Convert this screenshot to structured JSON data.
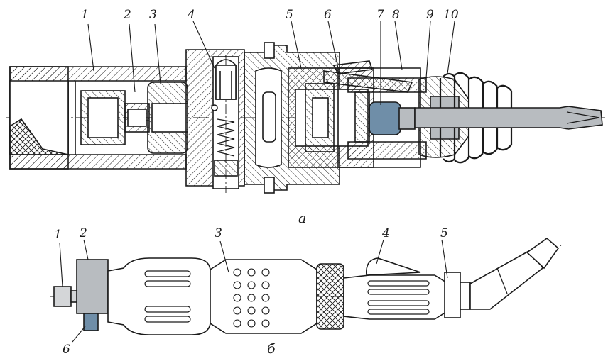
{
  "figure_a": {
    "caption": "а",
    "callouts": [
      {
        "id": "1",
        "text": "1"
      },
      {
        "id": "2",
        "text": "2"
      },
      {
        "id": "3",
        "text": "3"
      },
      {
        "id": "4",
        "text": "4"
      },
      {
        "id": "5",
        "text": "5"
      },
      {
        "id": "6",
        "text": "6"
      },
      {
        "id": "7",
        "text": "7"
      },
      {
        "id": "8",
        "text": "8"
      },
      {
        "id": "9",
        "text": "9"
      },
      {
        "id": "10",
        "text": "10"
      }
    ]
  },
  "figure_b": {
    "caption": "б",
    "callouts": [
      {
        "id": "1",
        "text": "1"
      },
      {
        "id": "2",
        "text": "2"
      },
      {
        "id": "3",
        "text": "3"
      },
      {
        "id": "4",
        "text": "4"
      },
      {
        "id": "5",
        "text": "5"
      },
      {
        "id": "6",
        "text": "6"
      }
    ]
  },
  "colors": {
    "line": "#1a1a1a",
    "hatch_fill": "#ffffff",
    "steel_gray": "#b8bcc0",
    "blue_part": "#6f8ea8",
    "handle_gray": "#d4d6d8"
  }
}
